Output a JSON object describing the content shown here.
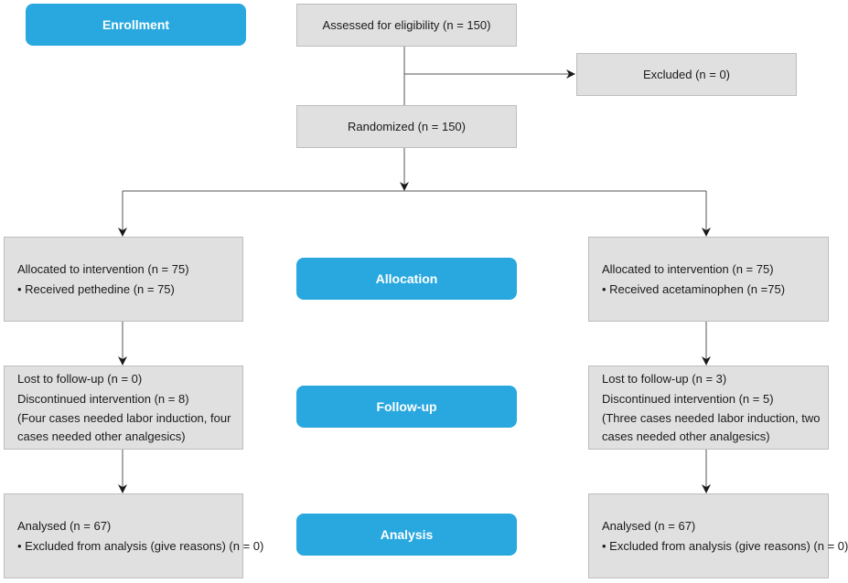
{
  "stages": {
    "enrollment": "Enrollment",
    "allocation": "Allocation",
    "follow_up": "Follow-up",
    "analysis": "Analysis"
  },
  "assessed": "Assessed for eligibility (n = 150)",
  "excluded": "Excluded  (n = 0)",
  "randomized": "Randomized (n = 150)",
  "left": {
    "allocated": "Allocated to intervention (n = 75)",
    "received": "• Received pethedine (n = 75)",
    "lost": "Lost to follow-up (n = 0)",
    "discontinued": "Discontinued intervention (n = 8)",
    "reason": "(Four cases needed labor induction, four cases needed other analgesics)",
    "analysed": "Analysed (n = 67)",
    "excluded_analysis": "• Excluded from analysis (give reasons) (n = 0)"
  },
  "right": {
    "allocated": "Allocated to intervention (n = 75)",
    "received": "• Received acetaminophen (n =75)",
    "lost": "Lost to follow-up (n = 3)",
    "discontinued": "Discontinued intervention (n = 5)",
    "reason": "(Three cases needed labor induction, two cases needed other analgesics)",
    "analysed": "Analysed (n = 67)",
    "excluded_analysis": "• Excluded from analysis (give reasons) (n = 0)"
  },
  "colors": {
    "stage_fill": "#29a8e0",
    "box_fill": "#e0e0e0",
    "connector": "#555555"
  }
}
